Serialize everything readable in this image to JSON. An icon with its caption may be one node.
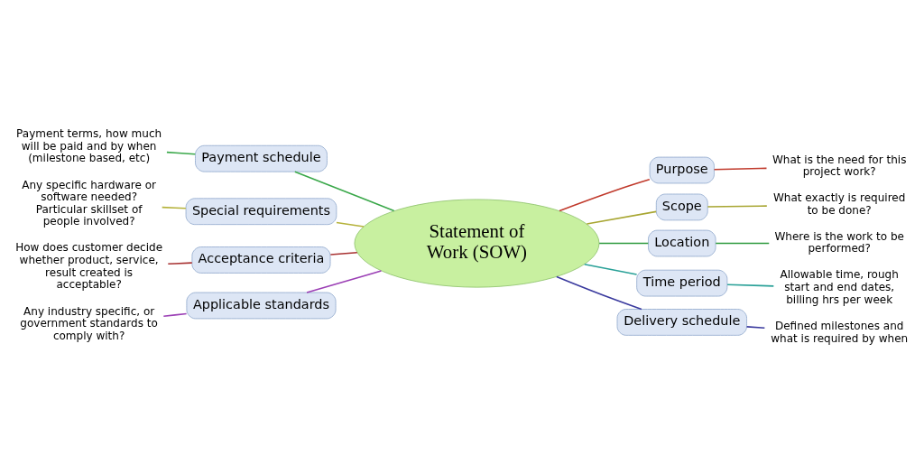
{
  "diagram": {
    "nodes": [
      {
        "text": [
          "Statement of Work (SOW)"
        ]
      },
      {
        "text": [
          "Purpose"
        ]
      },
      {
        "text": [
          "What is the need for this project work?"
        ]
      },
      {
        "text": [
          "Scope"
        ]
      },
      {
        "text": [
          "What exactly is required to be done?"
        ]
      },
      {
        "text": [
          "Location"
        ]
      },
      {
        "text": [
          "Where is the work to be performed?"
        ]
      },
      {
        "text": [
          "Time period"
        ]
      },
      {
        "text": [
          "Allowable time, rough start and end dates, billing hrs per week"
        ]
      },
      {
        "text": [
          "Delivery schedule"
        ]
      },
      {
        "text": [
          "Defined milestones and what is required by when"
        ]
      },
      {
        "text": [
          "Applicable standards"
        ]
      },
      {
        "text": [
          "Any industry specific, or government standards to comply with?"
        ]
      },
      {
        "text": [
          "Acceptance criteria"
        ]
      },
      {
        "text": [
          "How does customer decide whether product, service, result created is acceptable?"
        ]
      },
      {
        "text": [
          "Special requirements"
        ]
      },
      {
        "text": [
          "Any specific hardware or software needed? Particular skillset of people involved?"
        ]
      },
      {
        "text": [
          "Payment schedule"
        ]
      },
      {
        "text": [
          "Payment terms, how much will be paid and by when (milestone based, etc)"
        ]
      }
    ],
    "edges": [
      {
        "from": 0,
        "to": 1,
        "arrow": "none",
        "color": "#c0392b"
      },
      {
        "from": 1,
        "to": 2,
        "arrow": "none",
        "color": "#c0392b"
      },
      {
        "from": 0,
        "to": 3,
        "arrow": "none",
        "color": "#a8a632"
      },
      {
        "from": 3,
        "to": 4,
        "arrow": "none",
        "color": "#a8a632"
      },
      {
        "from": 0,
        "to": 5,
        "arrow": "none",
        "color": "#2e9a3e"
      },
      {
        "from": 5,
        "to": 6,
        "arrow": "none",
        "color": "#2e9a3e"
      },
      {
        "from": 0,
        "to": 7,
        "arrow": "none",
        "color": "#2aa198"
      },
      {
        "from": 7,
        "to": 8,
        "arrow": "none",
        "color": "#2aa198"
      },
      {
        "from": 0,
        "to": 9,
        "arrow": "none",
        "color": "#3a3a9e"
      },
      {
        "from": 9,
        "to": 10,
        "arrow": "none",
        "color": "#3a3a9e"
      },
      {
        "from": 0,
        "to": 11,
        "arrow": "none",
        "color": "#9b3fb5"
      },
      {
        "from": 11,
        "to": 12,
        "arrow": "none",
        "color": "#9b3fb5"
      },
      {
        "from": 0,
        "to": 13,
        "arrow": "none",
        "color": "#a83232"
      },
      {
        "from": 13,
        "to": 14,
        "arrow": "none",
        "color": "#a83232"
      },
      {
        "from": 0,
        "to": 15,
        "arrow": "none",
        "color": "#b5b23a"
      },
      {
        "from": 15,
        "to": 16,
        "arrow": "none",
        "color": "#b5b23a"
      },
      {
        "from": 0,
        "to": 17,
        "arrow": "none",
        "color": "#3aa84a"
      },
      {
        "from": 17,
        "to": 18,
        "arrow": "none",
        "color": "#3aa84a"
      }
    ]
  }
}
